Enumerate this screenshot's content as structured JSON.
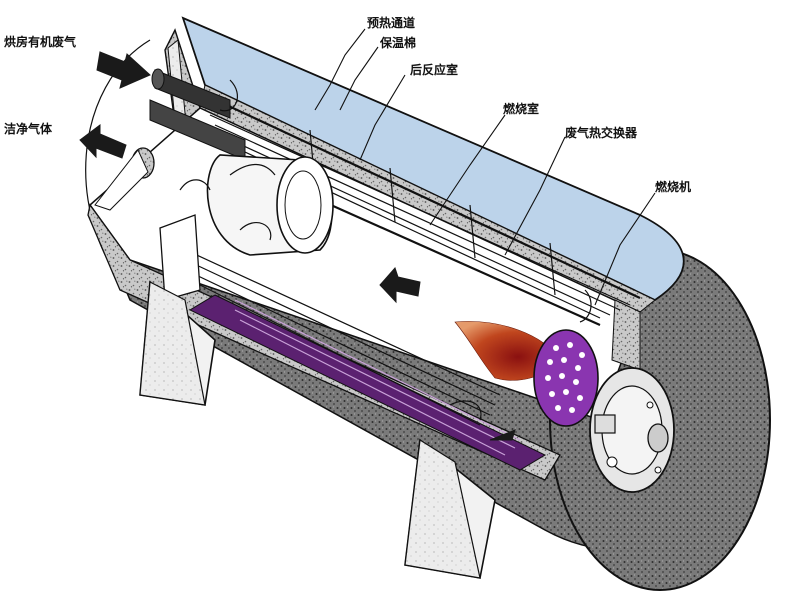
{
  "labels": {
    "inlet": "烘房有机废气",
    "outlet": "洁净气体",
    "preheat": "预热通道",
    "insulation": "保温棉",
    "after_reaction": "后反应室",
    "combustion": "燃烧室",
    "heat_exchanger": "废气热交换器",
    "burner": "燃烧机"
  },
  "colors": {
    "insulation_top": "#bcd3ea",
    "shell_speckle": "#9a9a9a",
    "shell_dark": "#5a5a5a",
    "heat_exchanger_purple": "#5b2170",
    "flame": "#c0461e",
    "burner_plate": "#8a35b0",
    "arrow": "#1a1a1a"
  },
  "icons": {
    "inlet_arrow": "arrow-right-icon",
    "outlet_arrow": "arrow-left-icon",
    "flow_arrow": "arrow-left-icon"
  }
}
